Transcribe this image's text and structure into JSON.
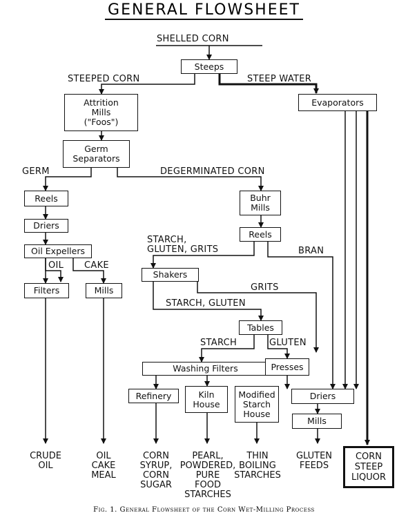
{
  "title": "GENERAL FLOWSHEET",
  "caption": "Fig. 1. General Flowsheet of the Corn Wet-Milling Process",
  "nodes": {
    "steeps": "Steeps",
    "attrition_mills": "Attrition\nMills\n(\"Foos\")",
    "germ_separators": "Germ\nSeparators",
    "evaporators": "Evaporators",
    "reels_germ": "Reels",
    "driers_germ": "Driers",
    "oil_expellers": "Oil Expellers",
    "filters": "Filters",
    "mills_cake": "Mills",
    "buhr_mills": "Buhr\nMills",
    "reels_main": "Reels",
    "shakers": "Shakers",
    "tables": "Tables",
    "washing_filters": "Washing Filters",
    "presses": "Presses",
    "refinery": "Refinery",
    "kiln_house": "Kiln\nHouse",
    "modified_starch_house": "Modified\nStarch\nHouse",
    "driers_main": "Driers",
    "mills_main": "Mills",
    "corn_steep_liquor": "CORN\nSTEEP\nLIQUOR"
  },
  "flow_labels": {
    "shelled_corn": "SHELLED CORN",
    "steeped_corn": "STEEPED CORN",
    "steep_water": "STEEP WATER",
    "germ": "GERM",
    "degerminated_corn": "DEGERMINATED CORN",
    "starch_gluten_grits": "STARCH,\nGLUTEN, GRITS",
    "bran": "BRAN",
    "oil": "OIL",
    "cake": "CAKE",
    "grits": "GRITS",
    "starch_gluten": "STARCH, GLUTEN",
    "starch": "STARCH",
    "gluten": "GLUTEN"
  },
  "products": {
    "crude_oil": "CRUDE\nOIL",
    "oil_cake_meal": "OIL\nCAKE\nMEAL",
    "corn_syrup_sugar": "CORN\nSYRUP,\nCORN\nSUGAR",
    "pearl_powdered": "PEARL,\nPOWDERED,\nPURE\nFOOD\nSTARCHES",
    "thin_boiling": "THIN\nBOILING\nSTARCHES",
    "gluten_feeds": "GLUTEN\nFEEDS"
  }
}
